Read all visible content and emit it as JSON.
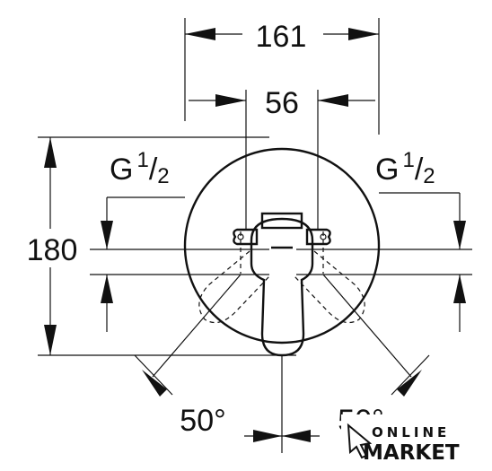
{
  "dimensions": {
    "overall_width": "161",
    "center_width": "56",
    "height": "180",
    "angle_left": "50°",
    "angle_right": "50°"
  },
  "threads": {
    "left": {
      "prefix": "G",
      "numerator": "1",
      "slash": "/",
      "denominator": "2"
    },
    "right": {
      "prefix": "G",
      "numerator": "1",
      "slash": "/",
      "denominator": "2"
    }
  },
  "watermark": {
    "line1": "ONLINE",
    "line2": "MARKET",
    "icon": "cursor-arrow-icon"
  }
}
